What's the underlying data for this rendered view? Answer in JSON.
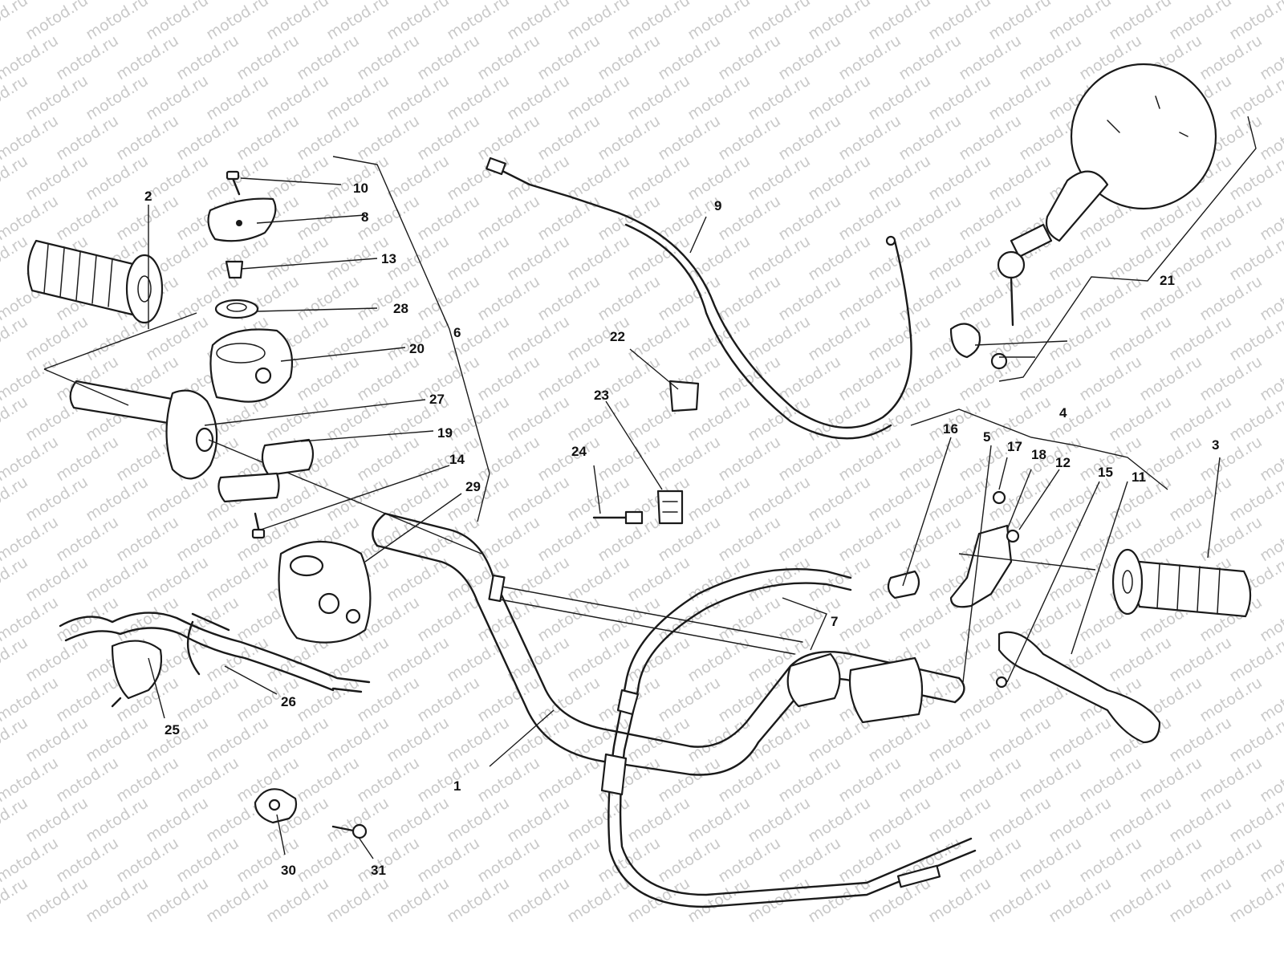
{
  "watermark": {
    "text": "motod.ru"
  },
  "callouts": {
    "c1": "1",
    "c2": "2",
    "c3": "3",
    "c4": "4",
    "c5": "5",
    "c6": "6",
    "c7": "7",
    "c8": "8",
    "c9": "9",
    "c10": "10",
    "c11": "11",
    "c12": "12",
    "c13": "13",
    "c14": "14",
    "c15": "15",
    "c16": "16",
    "c17": "17",
    "c18": "18",
    "c19": "19",
    "c20": "20",
    "c21": "21",
    "c22": "22",
    "c23": "23",
    "c24": "24",
    "c25": "25",
    "c26": "26",
    "c27": "27",
    "c28": "28",
    "c29": "29",
    "c30": "30",
    "c31": "31"
  },
  "colors": {
    "ink": "#1a1a1a",
    "watermark": "#c9c9c9",
    "background": "#ffffff"
  },
  "icons": [
    "handlebar-icon",
    "grip-icon",
    "mirror-icon",
    "cable-icon",
    "lever-icon",
    "throttle-housing-icon",
    "screw-icon",
    "clamp-icon"
  ]
}
